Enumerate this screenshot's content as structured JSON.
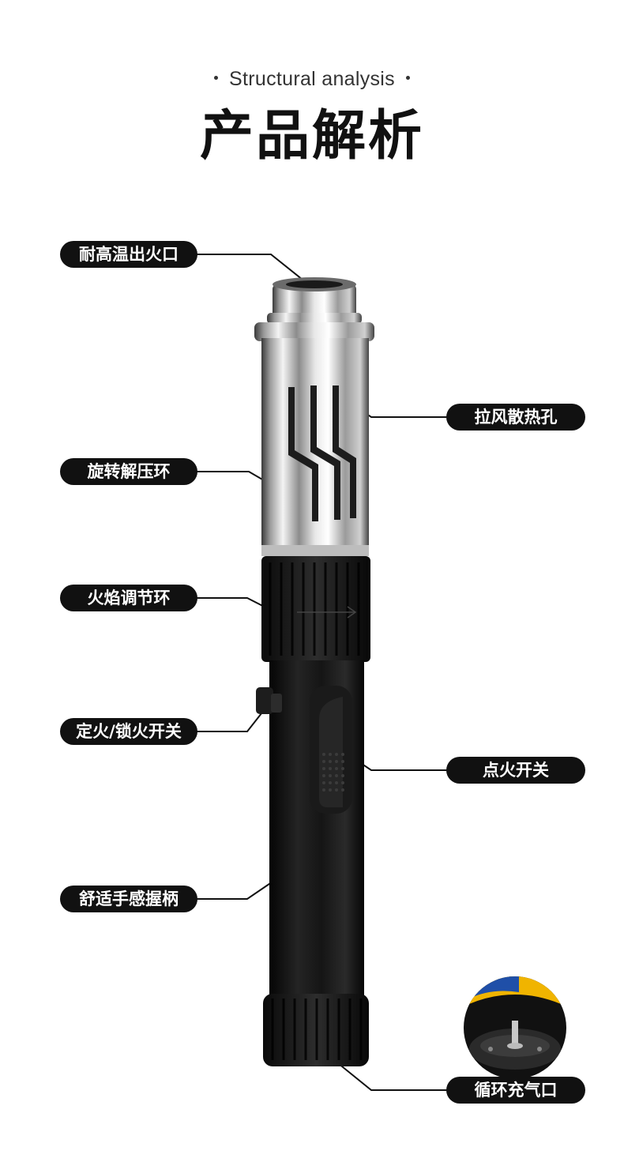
{
  "header": {
    "subtitle": "Structural analysis",
    "title": "产品解析"
  },
  "callouts": {
    "nozzle": "耐高温出火口",
    "vent_holes": "拉风散热孔",
    "release_ring": "旋转解压环",
    "flame_ring": "火焰调节环",
    "lock_switch": "定火/锁火开关",
    "ignition_switch": "点火开关",
    "grip": "舒适手感握柄",
    "refill_port": "循环充气口"
  },
  "colors": {
    "label_bg": "#111111",
    "label_text": "#ffffff",
    "body_black": "#141414",
    "chrome": "#d8d8d8"
  },
  "icons": {
    "inset": "refill-valve-closeup"
  }
}
